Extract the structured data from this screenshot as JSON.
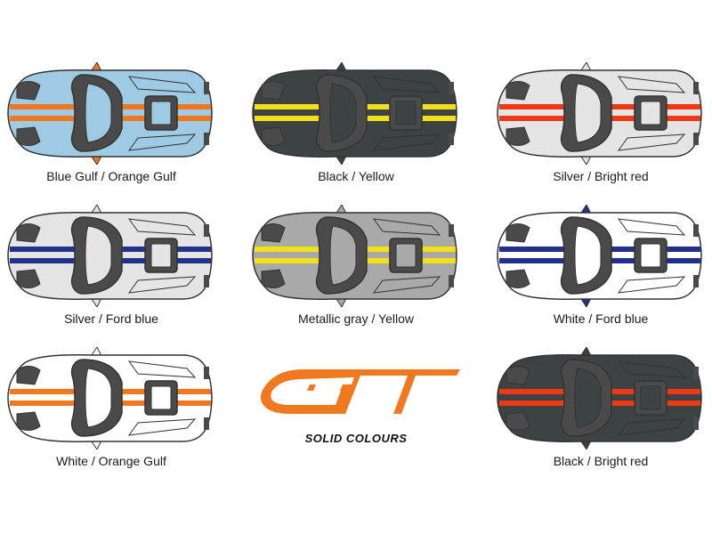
{
  "variants": [
    {
      "label": "Blue Gulf / Orange Gulf",
      "body_color": "#9fcae3",
      "stripe_color": "#f07820",
      "accent_color": "#f07820"
    },
    {
      "label": "Black / Yellow",
      "body_color": "#3d4245",
      "stripe_color": "#f2e11a",
      "accent_color": "#3d4245"
    },
    {
      "label": "Silver / Bright red",
      "body_color": "#e5e5e5",
      "stripe_color": "#ee3a12",
      "accent_color": "#e5e5e5"
    },
    {
      "label": "Silver / Ford blue",
      "body_color": "#e5e5e5",
      "stripe_color": "#22318c",
      "accent_color": "#e5e5e5"
    },
    {
      "label": "Metallic gray / Yellow",
      "body_color": "#a9a9a9",
      "stripe_color": "#f2e11a",
      "accent_color": "#a9a9a9"
    },
    {
      "label": "White / Ford blue",
      "body_color": "#ffffff",
      "stripe_color": "#22318c",
      "accent_color": "#22318c"
    },
    {
      "label": "White / Orange Gulf",
      "body_color": "#ffffff",
      "stripe_color": "#f07820",
      "accent_color": "#ffffff"
    },
    {
      "label": "Black / Bright red",
      "body_color": "#3d4245",
      "stripe_color": "#ee3a12",
      "accent_color": "#3d4245"
    }
  ],
  "logo": {
    "subtitle": "SOLID COLOURS",
    "color": "#f07820"
  },
  "colors": {
    "outline": "#333333",
    "glass": "#4a4a4a",
    "text": "#1a1a1a"
  }
}
